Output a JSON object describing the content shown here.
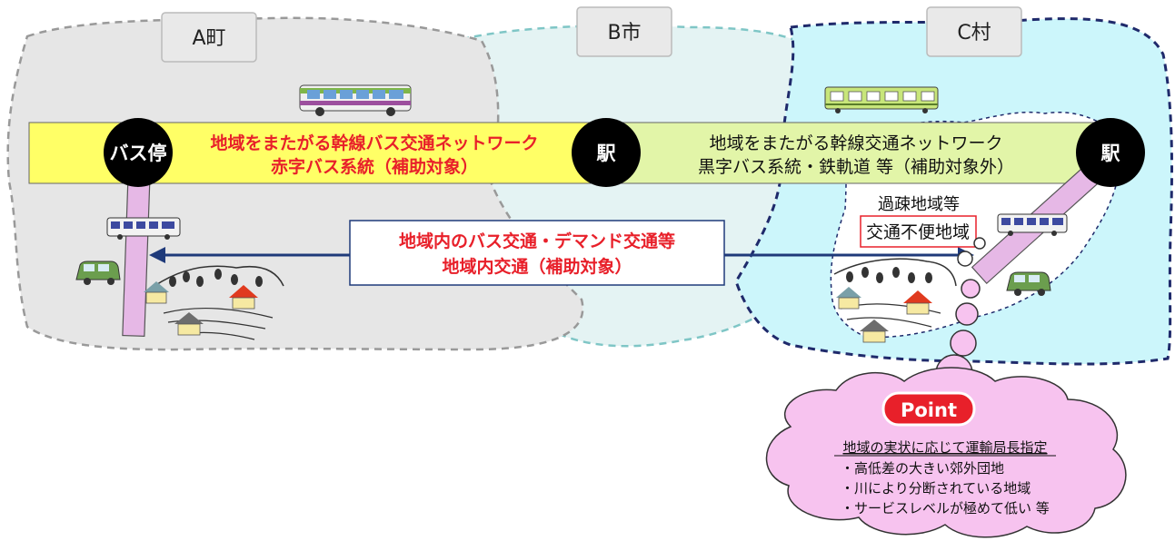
{
  "regions": {
    "a_town": "A町",
    "b_city": "B市",
    "c_village": "C村"
  },
  "stations": {
    "bus_stop": "バス停",
    "station_middle": "駅",
    "station_right": "駅"
  },
  "trunk": {
    "left_line1": "地域をまたがる幹線バス交通ネットワーク",
    "left_line2": "赤字バス系統（補助対象）",
    "right_line1": "地域をまたがる幹線交通ネットワーク",
    "right_line2": "黒字バス系統・鉄軌道 等（補助対象外）"
  },
  "local": {
    "line1": "地域内のバス交通・デマンド交通等",
    "line2": "地域内交通（補助対象）"
  },
  "depopulated": {
    "label": "過疎地域等",
    "inconvenient": "交通不便地域"
  },
  "point": {
    "badge": "Point",
    "heading": "地域の実状に応じて運輸局長指定",
    "items": [
      "・高低差の大きい郊外団地",
      "・川により分断されている地域",
      "・サービスレベルが極めて低い 等"
    ]
  },
  "colors": {
    "region_a_fill": "#e6e6e6",
    "region_b_fill": "#e4f3f3",
    "region_c_fill": "#ccf6fb",
    "trunk_band": "#ffff66",
    "trunk_band_right": "#e2f5a8",
    "red_text": "#e8202a",
    "cloud_fill": "#f7c3ef",
    "point_badge": "#e8202a",
    "arrow": "#1f3a7a",
    "pipe": "#e6b8e6"
  }
}
